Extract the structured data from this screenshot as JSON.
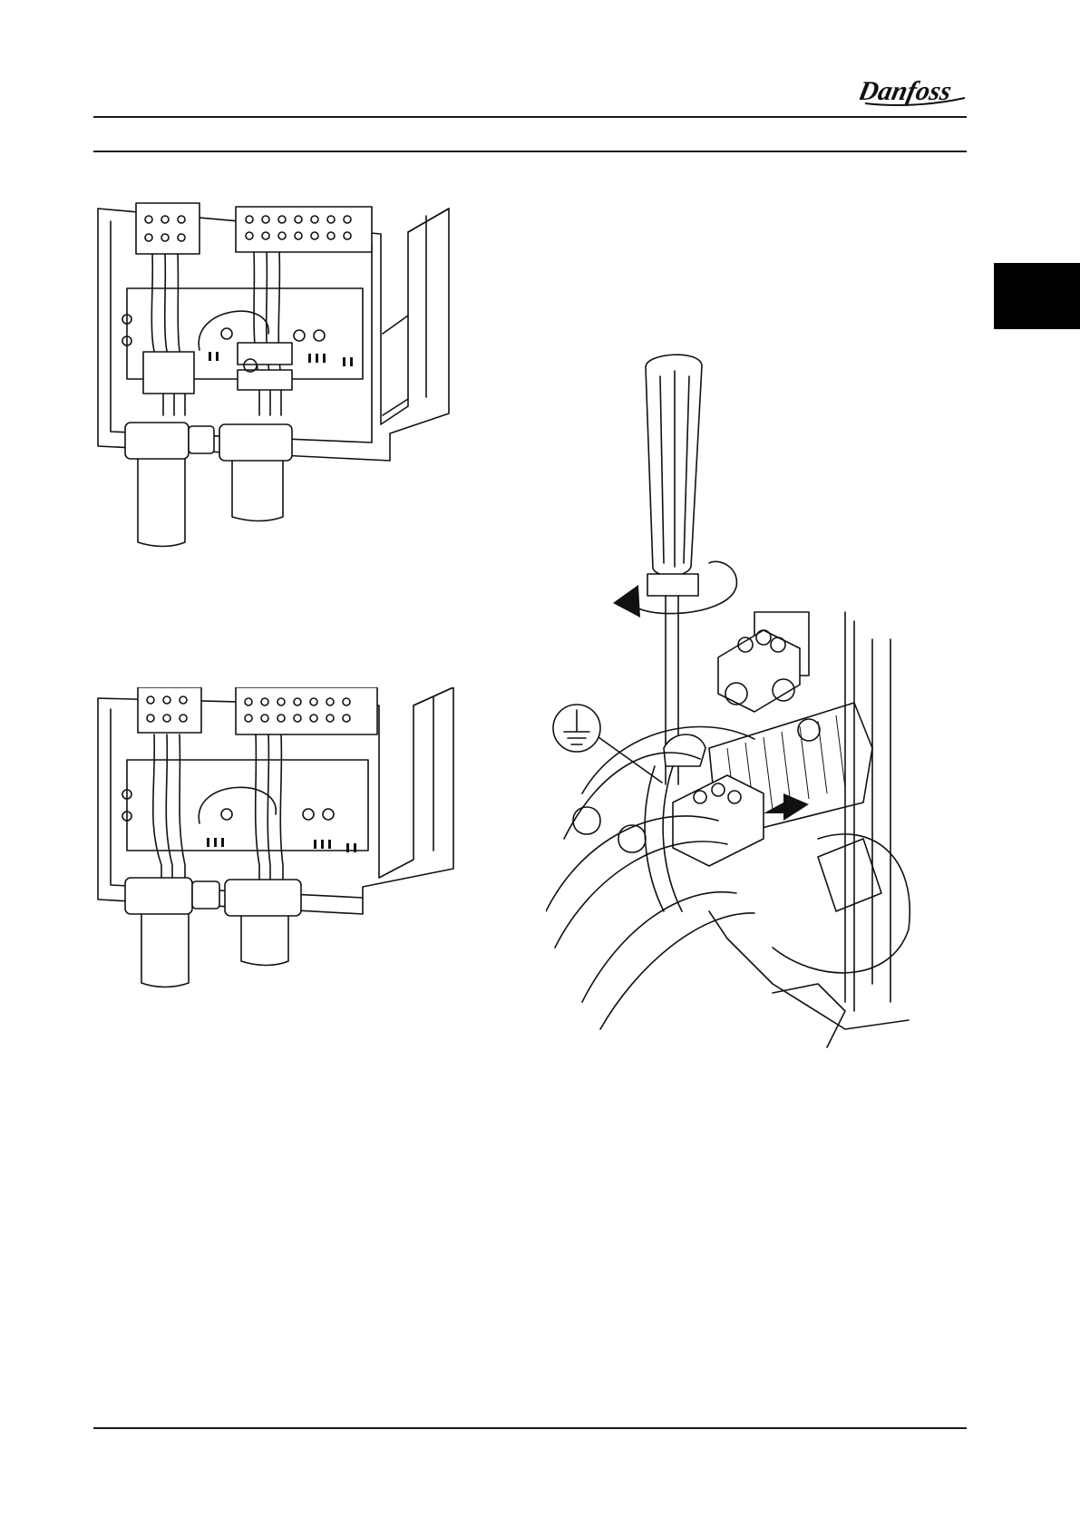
{
  "header": {
    "brand": "Danfoss"
  },
  "figures": [
    {
      "id": "top-left",
      "kind": "line-drawing"
    },
    {
      "id": "bottom-left",
      "kind": "line-drawing"
    },
    {
      "id": "right",
      "kind": "line-drawing",
      "icons": [
        "earth-ground-symbol",
        "screwdriver",
        "rotate-arrow",
        "push-arrow"
      ]
    }
  ],
  "colors": {
    "ink": "#111111",
    "paper": "#ffffff",
    "tab": "#000000"
  }
}
